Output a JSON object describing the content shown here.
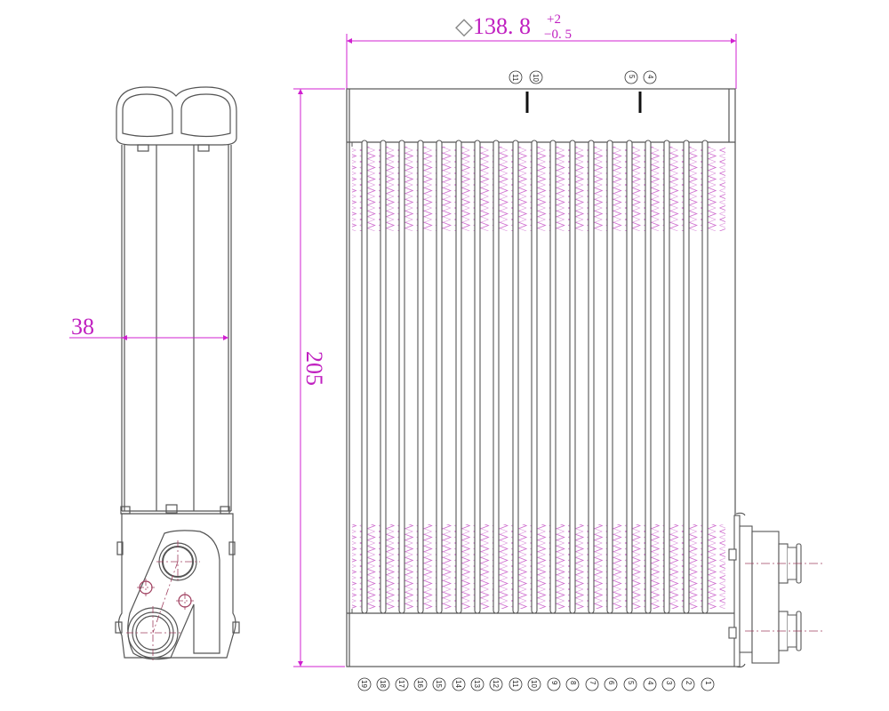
{
  "drawing": {
    "title": "Evaporator core technical drawing",
    "colors": {
      "outline": "#555555",
      "dimension": "#c020c0",
      "fin": "#cc66cc",
      "centerline": "#a04060",
      "background": "#ffffff"
    },
    "dimensions": {
      "width": {
        "symbol": "◇",
        "value": "138. 8",
        "tol_upper": "+2",
        "tol_lower": "−0. 5"
      },
      "height": {
        "value": "205"
      },
      "depth": {
        "value": "38"
      }
    },
    "top_markers": [
      {
        "label": "11"
      },
      {
        "label": "10"
      },
      {
        "label": "5"
      },
      {
        "label": "4"
      }
    ],
    "tube_labels": [
      "19",
      "18",
      "17",
      "16",
      "15",
      "14",
      "13",
      "12",
      "11",
      "10",
      "9",
      "8",
      "7",
      "6",
      "5",
      "4",
      "3",
      "2",
      "1"
    ],
    "views": {
      "side": "side-view-left",
      "front": "front-view-core"
    }
  }
}
